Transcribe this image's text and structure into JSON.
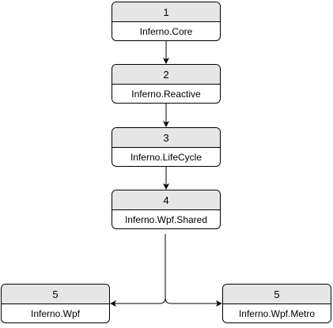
{
  "nodes": [
    {
      "number": "1",
      "name": "Inferno.Core"
    },
    {
      "number": "2",
      "name": "Inferno.Reactive"
    },
    {
      "number": "3",
      "name": "Inferno.LifeCycle"
    },
    {
      "number": "4",
      "name": "Inferno.Wpf.Shared"
    },
    {
      "number": "5",
      "name": "Inferno.Wpf"
    },
    {
      "number": "5",
      "name": "Inferno.Wpf.Metro"
    }
  ],
  "edges": [
    {
      "from": "Inferno.Core",
      "to": "Inferno.Reactive"
    },
    {
      "from": "Inferno.Reactive",
      "to": "Inferno.LifeCycle"
    },
    {
      "from": "Inferno.LifeCycle",
      "to": "Inferno.Wpf.Shared"
    },
    {
      "from": "Inferno.Wpf.Shared",
      "to": "Inferno.Wpf"
    },
    {
      "from": "Inferno.Wpf.Shared",
      "to": "Inferno.Wpf.Metro"
    }
  ],
  "colors": {
    "header_fill": "#e6e6e6",
    "stroke": "#000000"
  }
}
